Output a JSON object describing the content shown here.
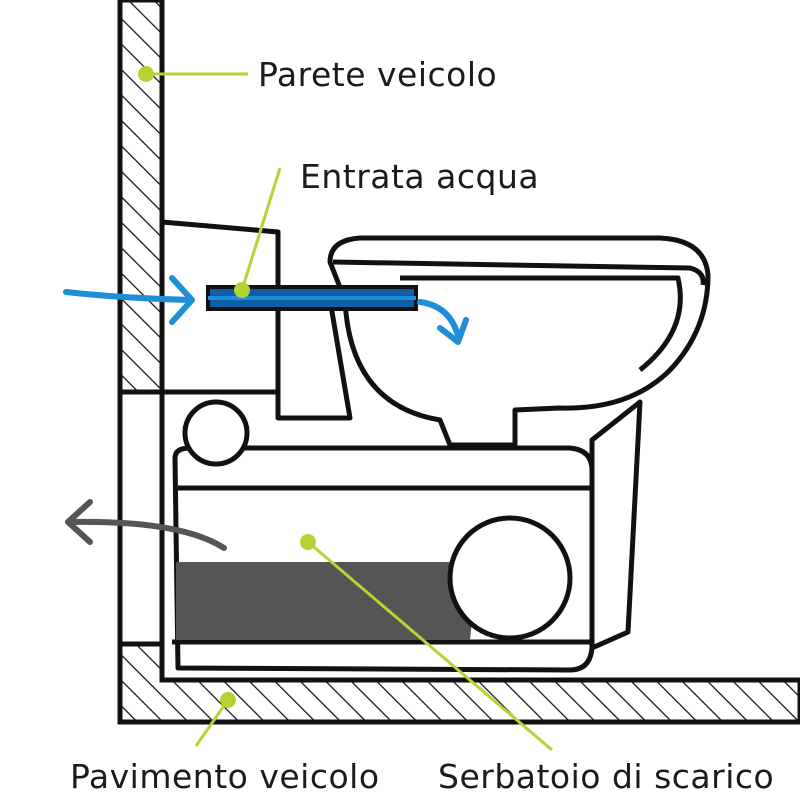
{
  "labels": {
    "wall": "Parete veicolo",
    "water_inlet": "Entrata acqua",
    "floor": "Pavimento veicolo",
    "tank": "Serbatoio di scarico"
  },
  "colors": {
    "outline": "#111111",
    "callout": "#b5d334",
    "water": "#1e8fd6",
    "pipe": "#0f5fa8",
    "waste": "#555555",
    "background": "#ffffff"
  }
}
